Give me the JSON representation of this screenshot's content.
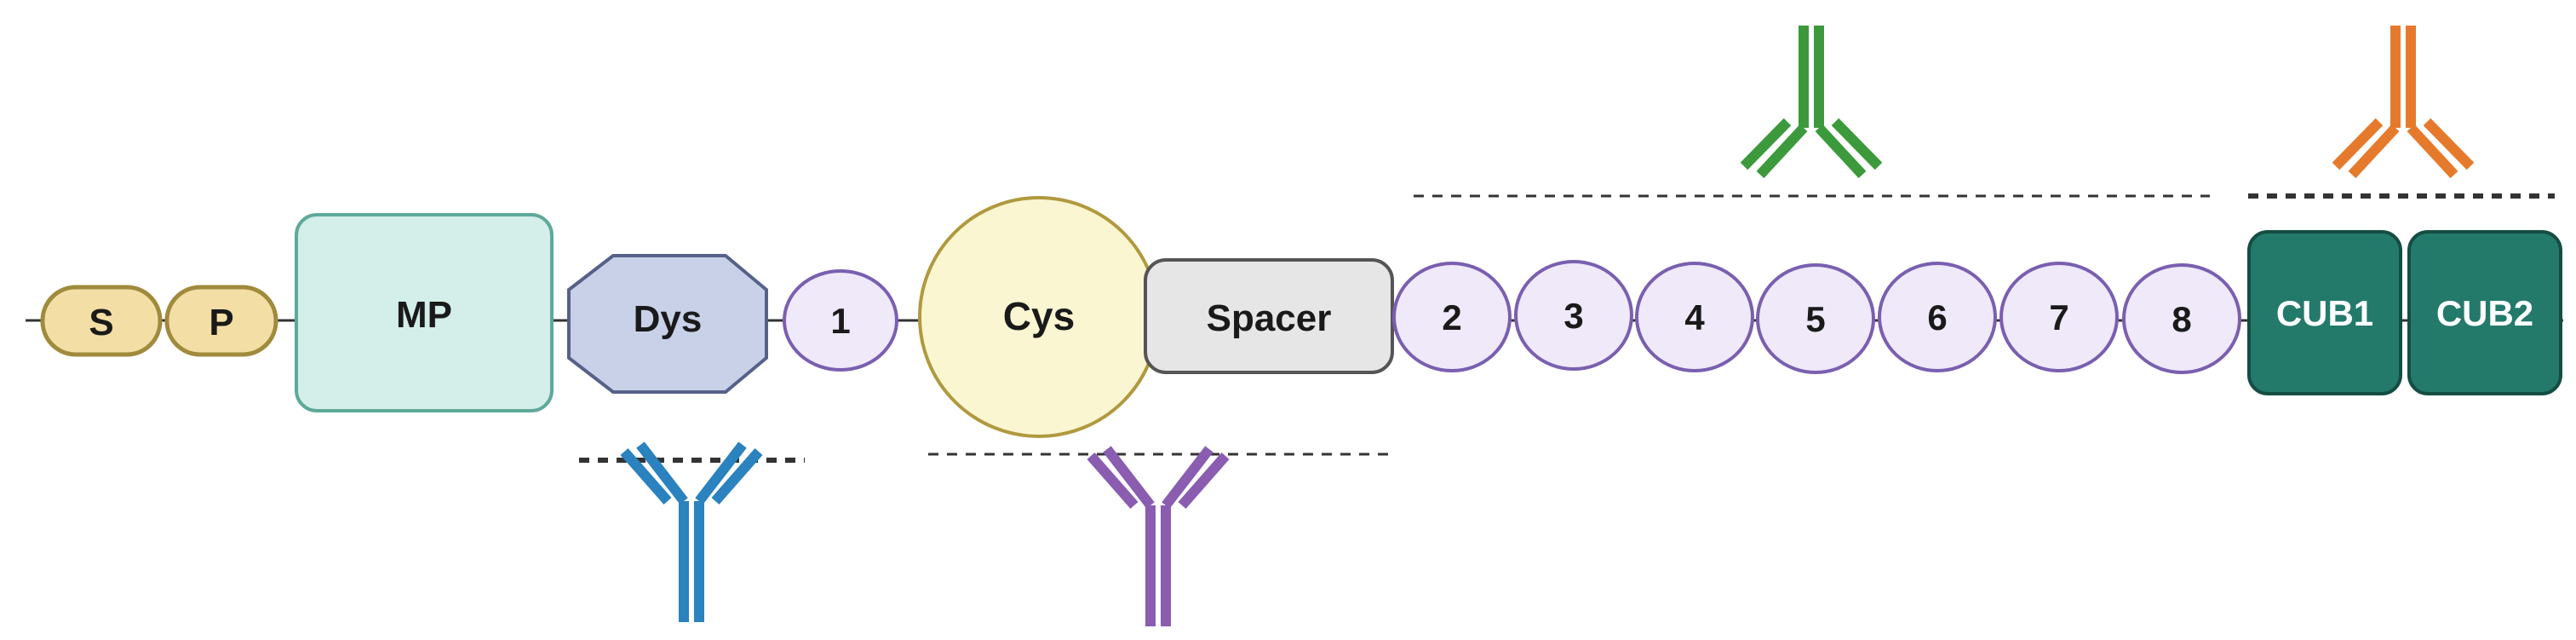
{
  "domains": {
    "s": "S",
    "p": "P",
    "mp": "MP",
    "dys": "Dys",
    "tsp1": "1",
    "cys": "Cys",
    "spacer": "Spacer",
    "tsp2": "2",
    "tsp3": "3",
    "tsp4": "4",
    "tsp5": "5",
    "tsp6": "6",
    "tsp7": "7",
    "tsp8": "8",
    "cub1": "CUB1",
    "cub2": "CUB2"
  },
  "colors": {
    "propeptide_fill": "#f3dfa6",
    "propeptide_stroke": "#a08a3c",
    "mp_fill": "#d4eee9",
    "mp_stroke": "#5ea99a",
    "dys_fill": "#c9d1e8",
    "dys_stroke": "#56618a",
    "tsp_fill": "#efe9f9",
    "tsp_stroke": "#7a5fb0",
    "cys_fill": "#fbf6d2",
    "cys_stroke": "#b0993e",
    "spacer_fill": "#e6e6e6",
    "spacer_stroke": "#555555",
    "cub_fill": "#237a6b",
    "cub_stroke": "#154d43",
    "antibody_dys": "#2a82be",
    "antibody_cys_spacer": "#8a5db0",
    "antibody_tsp": "#3c9a3c",
    "antibody_cub": "#e67a2c"
  },
  "icons": [
    "antibody-icon-dys",
    "antibody-icon-cys-spacer",
    "antibody-icon-tsp",
    "antibody-icon-cub"
  ]
}
